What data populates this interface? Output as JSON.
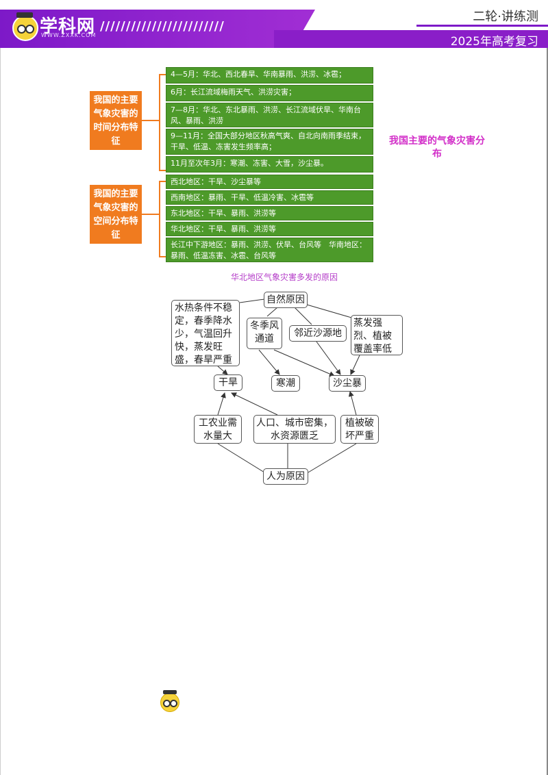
{
  "header": {
    "logo_text": "学科网",
    "logo_url": "WWW.ZXXK.COM",
    "slashes": "////////////////////////",
    "series": "二轮·讲练测",
    "subtitle": "2025年高考复习"
  },
  "temporal": {
    "label": "我国的主要气象灾害的时间分布特征",
    "rows": [
      "4—5月：华北、西北春旱、华南暴雨、洪涝、冰雹；",
      "6月：长江流域梅雨天气、洪涝灾害；",
      "7—8月：华北、东北暴雨、洪涝、长江流域伏旱、华南台风、暴雨、洪涝",
      "9—11月：全国大部分地区秋高气爽、自北向南雨季结束，干旱、低温、冻害发生频率高；",
      "11月至次年3月：寒潮、冻害、大雪，沙尘暴。"
    ]
  },
  "spatial": {
    "label": "我国的主要气象灾害的空间分布特征",
    "rows": [
      "西北地区：干旱、沙尘暴等",
      "西南地区：暴雨、干旱、低温冷害、冰雹等",
      "东北地区：干旱、暴雨、洪涝等",
      "华北地区：干旱、暴雨、洪涝等",
      "长江中下游地区：暴雨、洪涝、伏旱、台风等　华南地区：暴雨、低温冻害、冰雹、台风等"
    ]
  },
  "side_title": "我国主要的气象灾害分布",
  "diagram": {
    "title": "华北地区气象灾害多发的原因",
    "natural": "自然原因",
    "human": "人为原因",
    "cause_climate": "水热条件不稳定，春季降水少，气温回升快，蒸发旺盛，春旱严重",
    "cause_monsoon": "冬季风通道",
    "cause_desert": "邻近沙源地",
    "cause_evap": "蒸发强烈、植被覆盖率低",
    "drought": "干旱",
    "coldwave": "寒潮",
    "sandstorm": "沙尘暴",
    "human_water": "工农业需水量大",
    "human_city": "人口、城市密集，水资源匮乏",
    "human_veg": "植被破坏严重"
  }
}
